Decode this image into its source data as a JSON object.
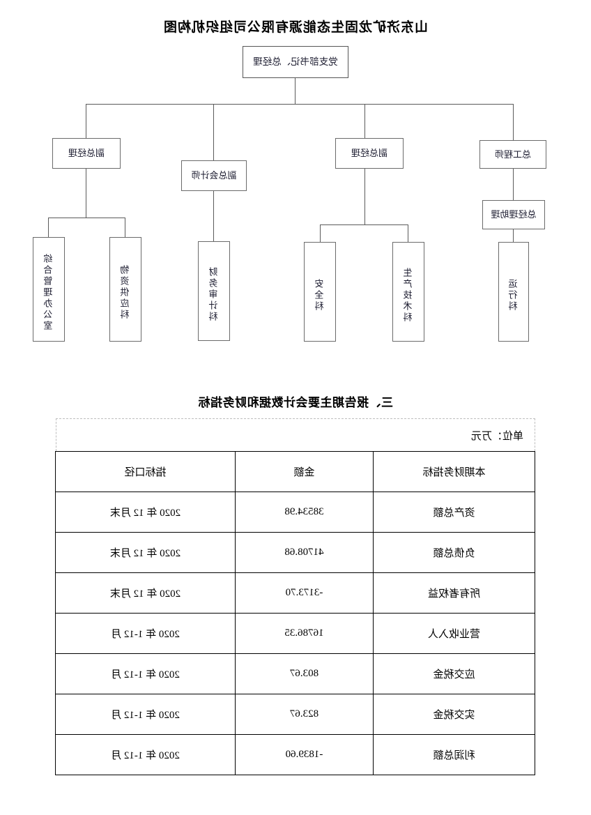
{
  "document": {
    "orientation_note": "mirrored"
  },
  "org_chart": {
    "title": "山东济矿龙固生态能源有限公司组织机构图",
    "root": {
      "label": "党支部书记、总经理"
    },
    "level2": [
      {
        "label": "总工程师"
      },
      {
        "label": "副总经理"
      },
      {
        "label": "副总经理"
      }
    ],
    "level3": [
      {
        "label": "总经理助理"
      },
      {
        "label": "副总会计师"
      }
    ],
    "departments": [
      {
        "label": "运行科"
      },
      {
        "label": "生产技术科"
      },
      {
        "label": "安全科"
      },
      {
        "label": "财务审计科"
      },
      {
        "label": "物资供应科"
      },
      {
        "label": "综合管理办公室"
      }
    ]
  },
  "section": {
    "heading": "三、报告期主要会计数据和财务指标",
    "unit_label": "单位：万元"
  },
  "financial_table": {
    "columns": [
      "本期财务指标",
      "金额",
      "指标口径"
    ],
    "rows": [
      {
        "indicator": "资产总额",
        "amount": "38534.98",
        "caliber": "2020 年 12 月末"
      },
      {
        "indicator": "负债总额",
        "amount": "41708.68",
        "caliber": "2020 年 12 月末"
      },
      {
        "indicator": "所有者权益",
        "amount": "-3173.70",
        "caliber": "2020 年 12 月末"
      },
      {
        "indicator": "营业收入人",
        "amount": "16786.35",
        "caliber": "2020 年 1-12 月"
      },
      {
        "indicator": "应交税金",
        "amount": "803.67",
        "caliber": "2020 年 1-12 月"
      },
      {
        "indicator": "实交税金",
        "amount": "823.67",
        "caliber": "2020 年 1-12 月"
      },
      {
        "indicator": "利润总额",
        "amount": "-1839.60",
        "caliber": "2020 年 1-12 月"
      }
    ]
  },
  "chart_data": {
    "type": "table",
    "title": "三、报告期主要会计数据和财务指标",
    "unit": "万元",
    "columns": [
      "本期财务指标",
      "金额",
      "指标口径"
    ],
    "categories": [
      "资产总额",
      "负债总额",
      "所有者权益",
      "营业收入人",
      "应交税金",
      "实交税金",
      "利润总额"
    ],
    "values": [
      38534.98,
      41708.68,
      -3173.7,
      16786.35,
      803.67,
      823.67,
      -1839.6
    ],
    "periods": [
      "2020 年 12 月末",
      "2020 年 12 月末",
      "2020 年 12 月末",
      "2020 年 1-12 月",
      "2020 年 1-12 月",
      "2020 年 1-12 月",
      "2020 年 1-12 月"
    ],
    "xlabel": "本期财务指标",
    "ylabel": "金额（万元）"
  }
}
